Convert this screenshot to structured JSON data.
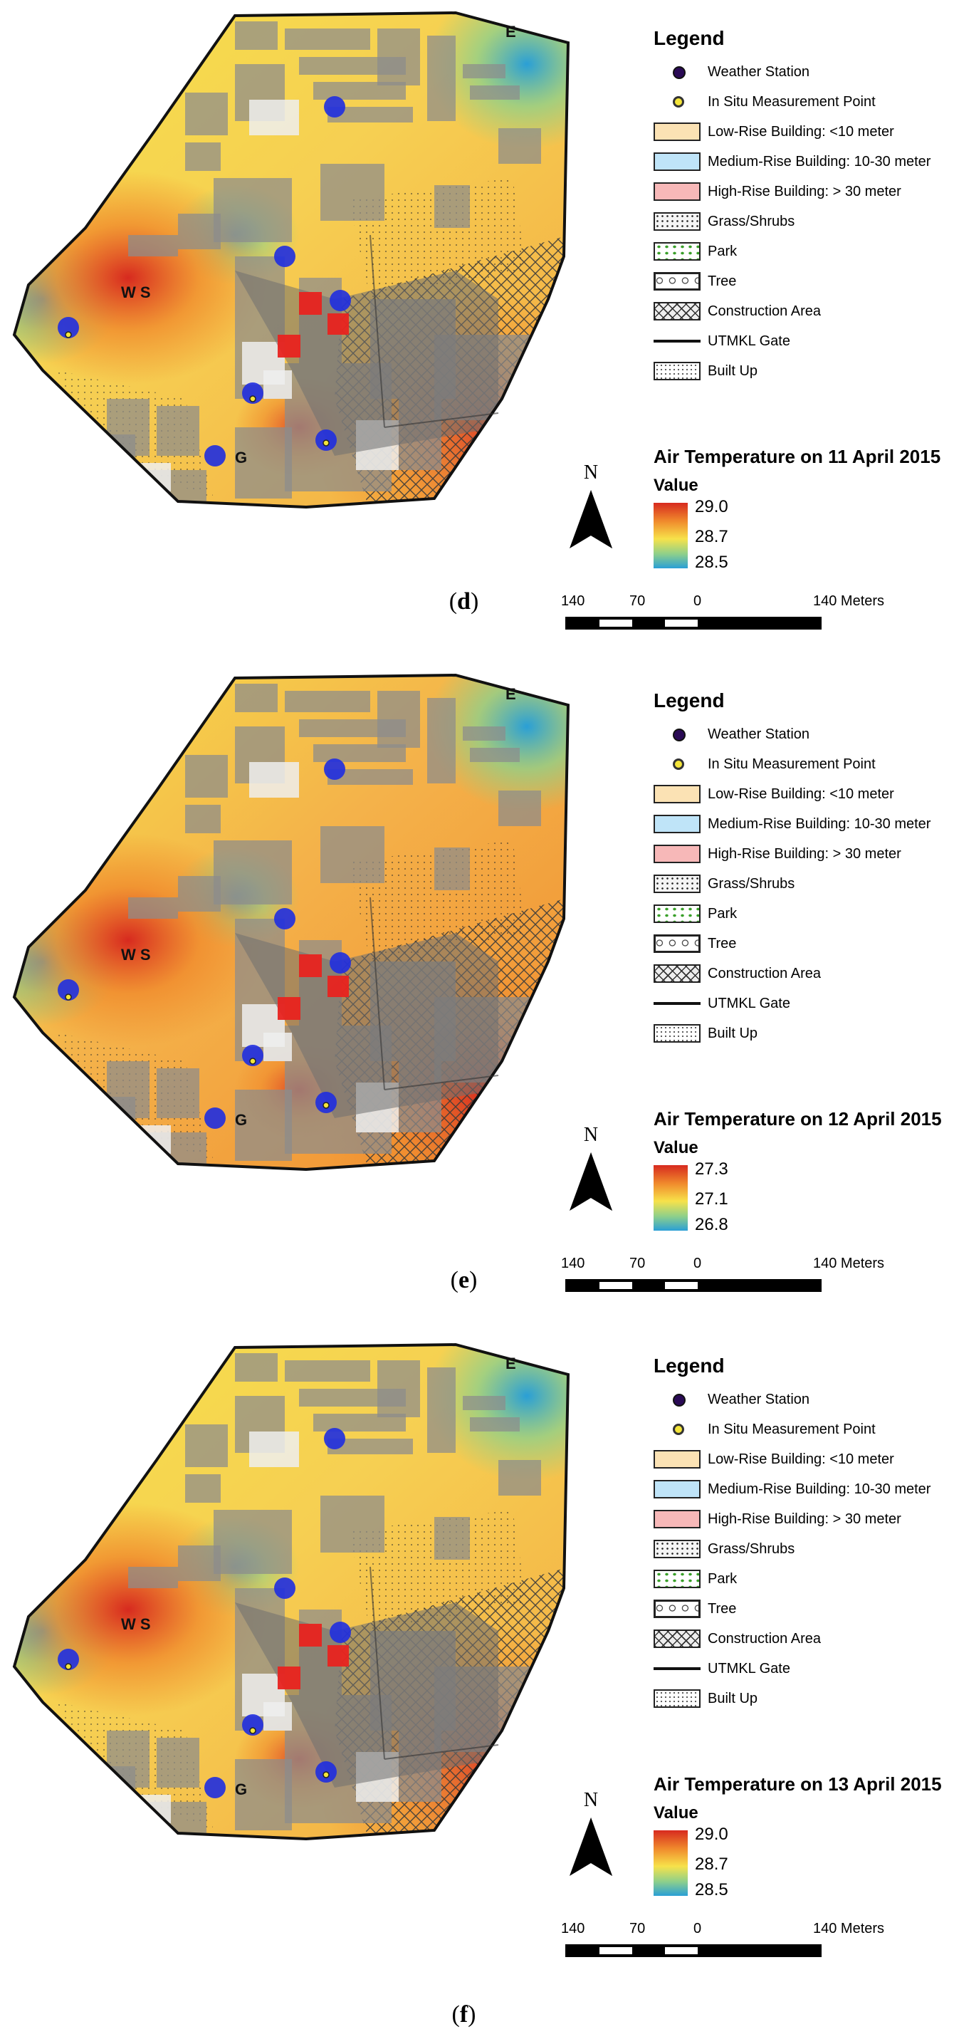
{
  "legend": {
    "title": "Legend",
    "items": [
      "Weather Station",
      "In Situ Measurement Point",
      "Low-Rise Building: <10 meter",
      "Medium-Rise Building: 10-30 meter",
      "High-Rise Building: > 30 meter",
      "Grass/Shrubs",
      "Park",
      "Tree",
      "Construction Area",
      "UTMKL Gate",
      "Built Up"
    ]
  },
  "map_labels": {
    "gate_e": "E",
    "gate_w": "W S",
    "gate_g": "G"
  },
  "north_label": "N",
  "value_label": "Value",
  "scale": {
    "ticks": [
      "140",
      "70",
      "0",
      "140 Meters"
    ]
  },
  "panels": [
    {
      "caption_open": "(",
      "caption_letter": "d",
      "caption_close": ")",
      "temp_title": "Air Temperature on 11 April 2015",
      "ramp": {
        "high": "29.0",
        "mid": "28.7",
        "low": "28.5"
      }
    },
    {
      "caption_open": "(",
      "caption_letter": "e",
      "caption_close": ")",
      "temp_title": "Air Temperature on 12 April 2015",
      "ramp": {
        "high": "27.3",
        "mid": "27.1",
        "low": "26.8"
      }
    },
    {
      "caption_open": "(",
      "caption_letter": "f",
      "caption_close": ")",
      "temp_title": "Air Temperature on 13 April 2015",
      "ramp": {
        "high": "29.0",
        "mid": "28.7",
        "low": "28.5"
      }
    }
  ],
  "colors": {
    "hot": "#d72a1f",
    "warm": "#f08a2c",
    "mild": "#f7e24a",
    "cool": "#8fd08a",
    "cold": "#2a9fd6",
    "station": "#1f2ee0",
    "building_gray": "#8c8c8c",
    "high_rise": "#e8231f"
  },
  "icons": [
    "north-arrow-icon",
    "weather-station-icon",
    "in-situ-point-icon"
  ]
}
